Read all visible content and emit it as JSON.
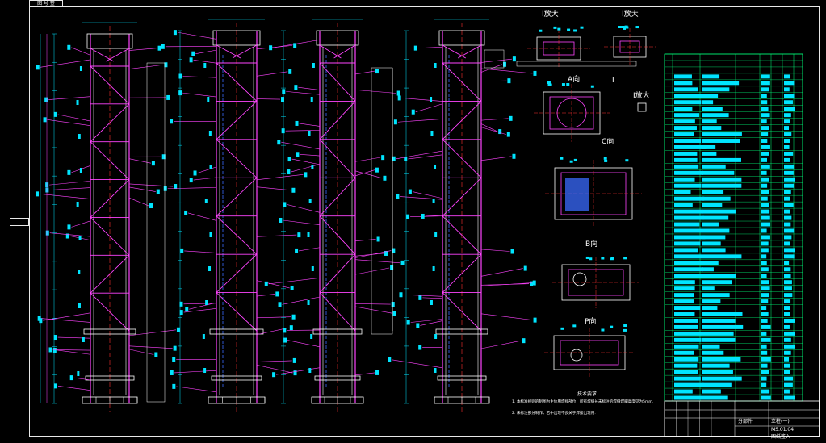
{
  "sheet": {
    "stamp": "图 号 签",
    "colors": {
      "background": "#000000",
      "frame": "#e8e8e8",
      "member": "#ff44ff",
      "centerline": "#ff3030",
      "hidden": "#3a6bff",
      "outline": "#ffffff",
      "dimension": "#00e5ff",
      "table_line": "#00ff7a"
    }
  },
  "views": {
    "detail_1": "Ⅰ放大",
    "detail_2": "Ⅰ放大",
    "view_a": "A向",
    "view_a_mark": "Ⅰ",
    "detail_3": "Ⅰ放大",
    "view_c": "C向",
    "view_b": "B向",
    "view_p": "P向"
  },
  "notes": {
    "heading": "技术要求",
    "line_1": "1. 本标准规则的制图为主体用焊接部位，所有焊缝长未标注的焊缝焊脚高度见为5mm.",
    "line_2": "2. 未标注部分制作，若中出现不良关于焊接出现用."
  },
  "title_block": {
    "name": "分部件",
    "part": "立柱(一)",
    "drawing_no": "MS.01.04",
    "designer": "图纸签入"
  }
}
